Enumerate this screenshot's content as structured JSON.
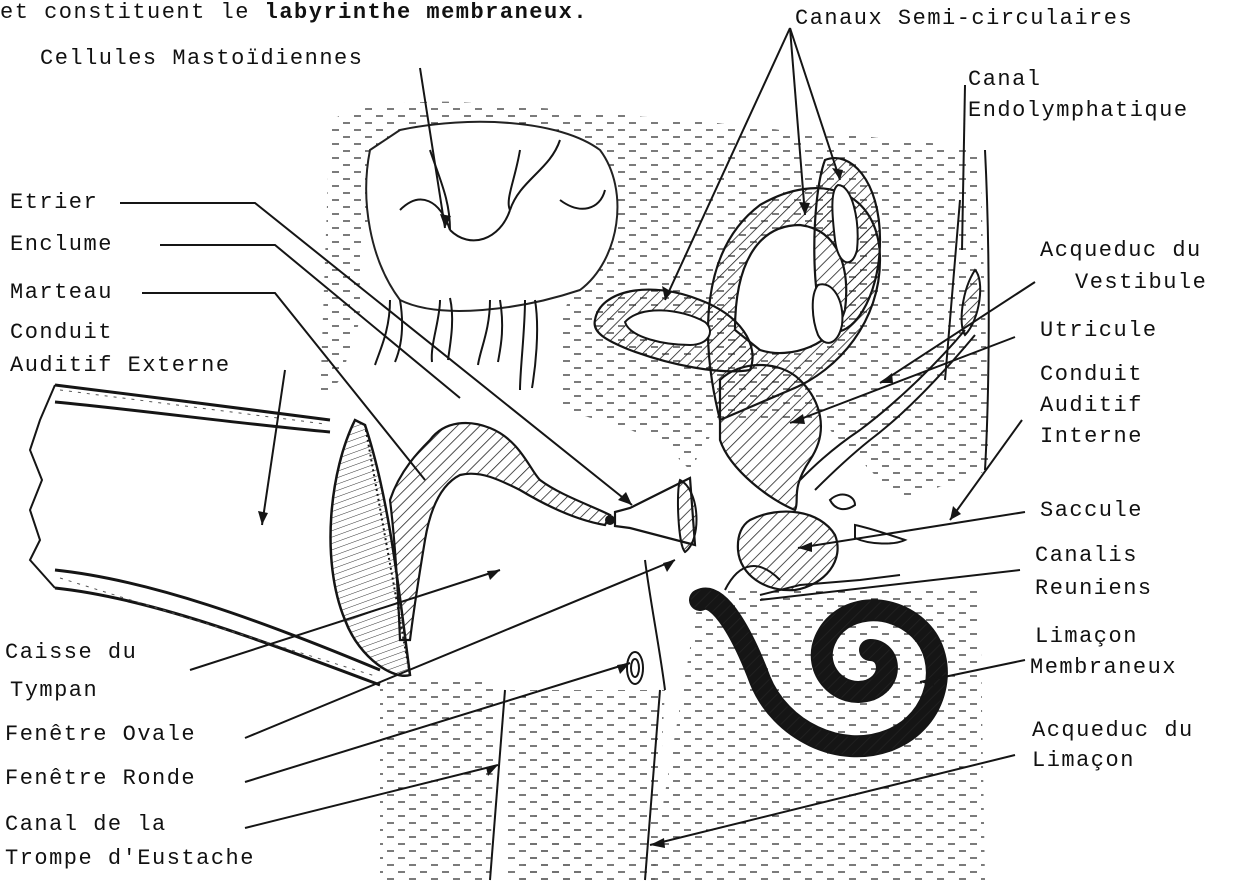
{
  "intro": {
    "text_plain": "et constituent le ",
    "text_bold": "labyrinthe membraneux."
  },
  "labels": {
    "canaux_semi": "Canaux Semi-circulaires",
    "cellules": "Cellules Mastoïdiennes",
    "canal": "Canal",
    "endolymphatique": "Endolymphatique",
    "etrier": "Etrier",
    "enclume": "Enclume",
    "marteau": "Marteau",
    "conduit_ext_1": "Conduit",
    "conduit_ext_2": "Auditif Externe",
    "acqueduc_vest_1": "Acqueduc du",
    "acqueduc_vest_2": "Vestibule",
    "utricule": "Utricule",
    "conduit_int_1": "Conduit",
    "conduit_int_2": "Auditif",
    "conduit_int_3": "Interne",
    "saccule": "Saccule",
    "canalis": "Canalis",
    "reuniens": "Reuniens",
    "caisse_1": "Caisse du",
    "caisse_2": "Tympan",
    "limacon_1": "Limaçon",
    "limacon_2": "Membraneux",
    "fenetre_ovale": "Fenêtre Ovale",
    "fenetre_ronde": "Fenêtre Ronde",
    "acqueduc_lim_1": "Acqueduc du",
    "acqueduc_lim_2": "Limaçon",
    "trompe_1": "Canal de la",
    "trompe_2": "Trompe d'Eustache"
  }
}
